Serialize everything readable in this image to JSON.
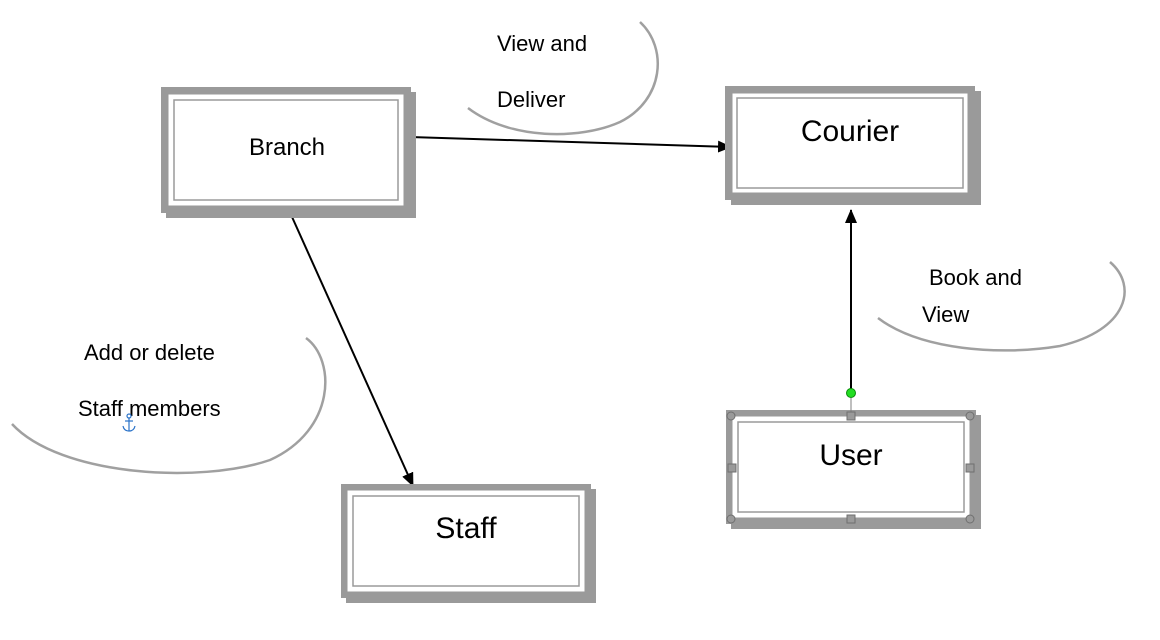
{
  "entities": {
    "branch": {
      "label": "Branch"
    },
    "courier": {
      "label": "Courier"
    },
    "staff": {
      "label": "Staff"
    },
    "user": {
      "label": "User"
    }
  },
  "relations": {
    "view_deliver": {
      "line1": "View and",
      "line2": "Deliver"
    },
    "book_view": {
      "line1": "Book and",
      "line2": "View"
    },
    "add_delete": {
      "line1": "Add or delete",
      "line2": "Staff members"
    }
  },
  "colors": {
    "frame_outer": "#9a9a9a",
    "frame_inner": "#ffffff",
    "line": "#000000",
    "bubble_stroke": "#a0a0a0",
    "selection_handle": "#7f7f7f",
    "rotation_handle": "#22dd22",
    "anchor": "#2b73c9"
  },
  "selection": {
    "selected_entity": "user"
  },
  "icons": {
    "anchor": "anchor-icon"
  }
}
